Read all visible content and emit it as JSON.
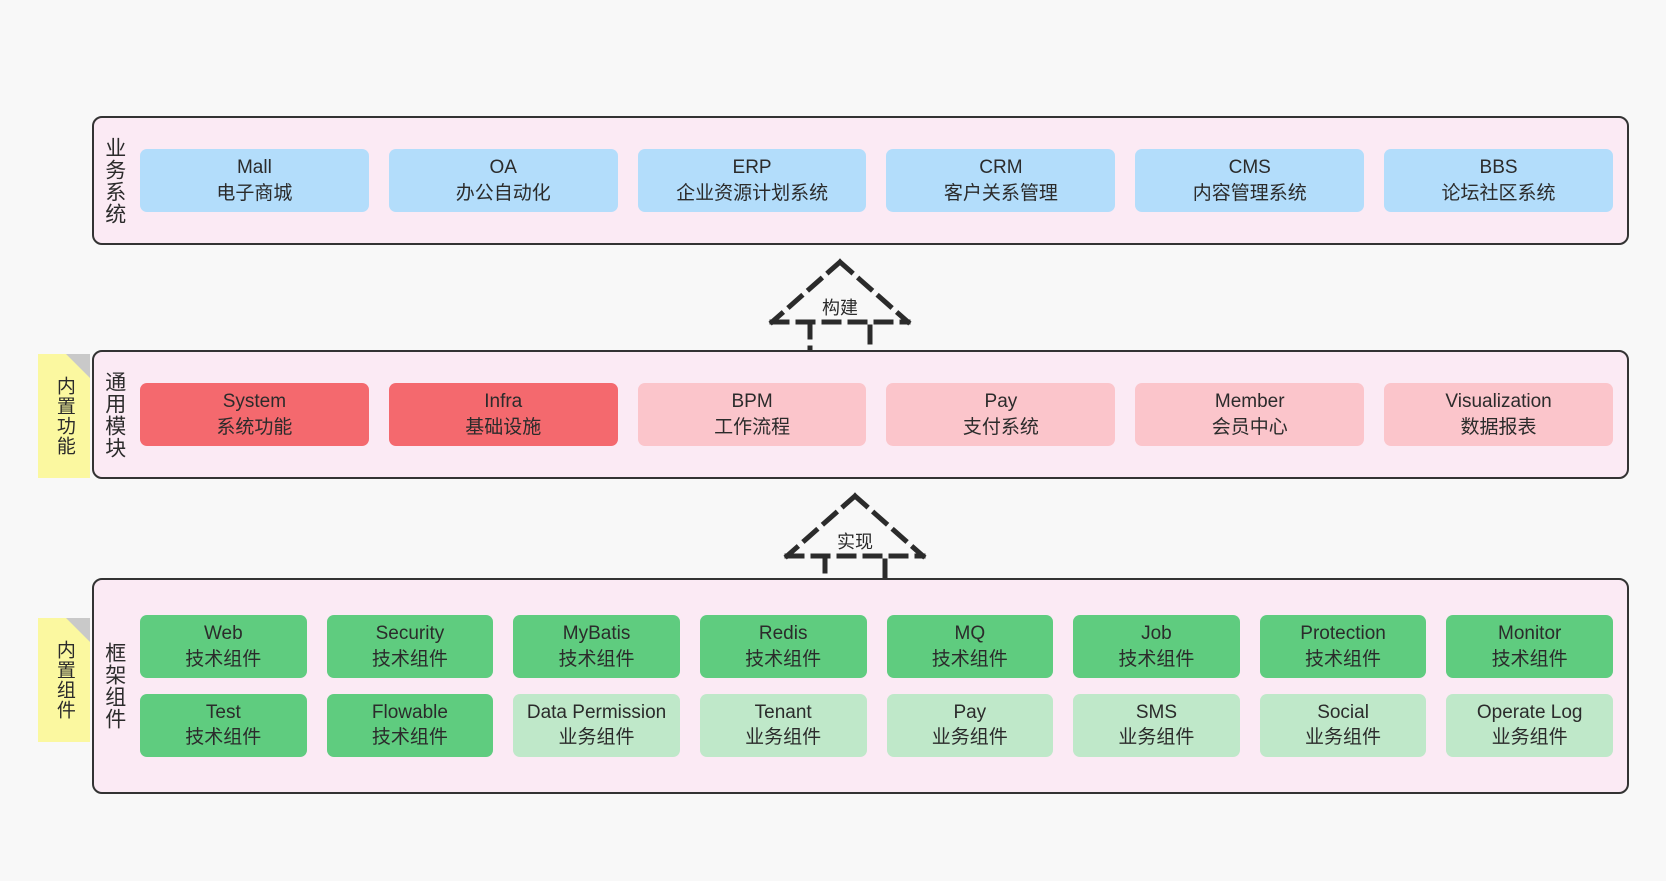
{
  "diagram": {
    "background_color": "#f8f8f8",
    "layer_fill": "#fbeaf4",
    "note_fill": "#fbf8a0",
    "colors": {
      "blue": "#b3ddfb",
      "red": "#f4696e",
      "pink": "#fbc5cb",
      "green": "#5fcc7f",
      "green_light": "#bfe8c9"
    }
  },
  "layers": [
    {
      "title": "业务系统",
      "rows": [
        [
          {
            "en": "Mall",
            "cn": "电子商城",
            "color": "blue"
          },
          {
            "en": "OA",
            "cn": "办公自动化",
            "color": "blue"
          },
          {
            "en": "ERP",
            "cn": "企业资源计划系统",
            "color": "blue"
          },
          {
            "en": "CRM",
            "cn": "客户关系管理",
            "color": "blue"
          },
          {
            "en": "CMS",
            "cn": "内容管理系统",
            "color": "blue"
          },
          {
            "en": "BBS",
            "cn": "论坛社区系统",
            "color": "blue"
          }
        ]
      ]
    },
    {
      "title": "通用模块",
      "note": "内置功能",
      "rows": [
        [
          {
            "en": "System",
            "cn": "系统功能",
            "color": "red"
          },
          {
            "en": "Infra",
            "cn": "基础设施",
            "color": "red"
          },
          {
            "en": "BPM",
            "cn": "工作流程",
            "color": "pink"
          },
          {
            "en": "Pay",
            "cn": "支付系统",
            "color": "pink"
          },
          {
            "en": "Member",
            "cn": "会员中心",
            "color": "pink"
          },
          {
            "en": "Visualization",
            "cn": "数据报表",
            "color": "pink"
          }
        ]
      ]
    },
    {
      "title": "框架组件",
      "note": "内置组件",
      "rows": [
        [
          {
            "en": "Web",
            "cn": "技术组件",
            "color": "green"
          },
          {
            "en": "Security",
            "cn": "技术组件",
            "color": "green"
          },
          {
            "en": "MyBatis",
            "cn": "技术组件",
            "color": "green"
          },
          {
            "en": "Redis",
            "cn": "技术组件",
            "color": "green"
          },
          {
            "en": "MQ",
            "cn": "技术组件",
            "color": "green"
          },
          {
            "en": "Job",
            "cn": "技术组件",
            "color": "green"
          },
          {
            "en": "Protection",
            "cn": "技术组件",
            "color": "green"
          },
          {
            "en": "Monitor",
            "cn": "技术组件",
            "color": "green"
          }
        ],
        [
          {
            "en": "Test",
            "cn": "技术组件",
            "color": "green"
          },
          {
            "en": "Flowable",
            "cn": "技术组件",
            "color": "green"
          },
          {
            "en": "Data Permission",
            "cn": "业务组件",
            "color": "green_light",
            "wrap": true
          },
          {
            "en": "Tenant",
            "cn": "业务组件",
            "color": "green_light"
          },
          {
            "en": "Pay",
            "cn": "业务组件",
            "color": "green_light"
          },
          {
            "en": "SMS",
            "cn": "业务组件",
            "color": "green_light"
          },
          {
            "en": "Social",
            "cn": "业务组件",
            "color": "green_light"
          },
          {
            "en": "Operate Log",
            "cn": "业务组件",
            "color": "green_light"
          }
        ]
      ]
    }
  ],
  "connectors": [
    {
      "label": "构建"
    },
    {
      "label": "实现"
    }
  ]
}
